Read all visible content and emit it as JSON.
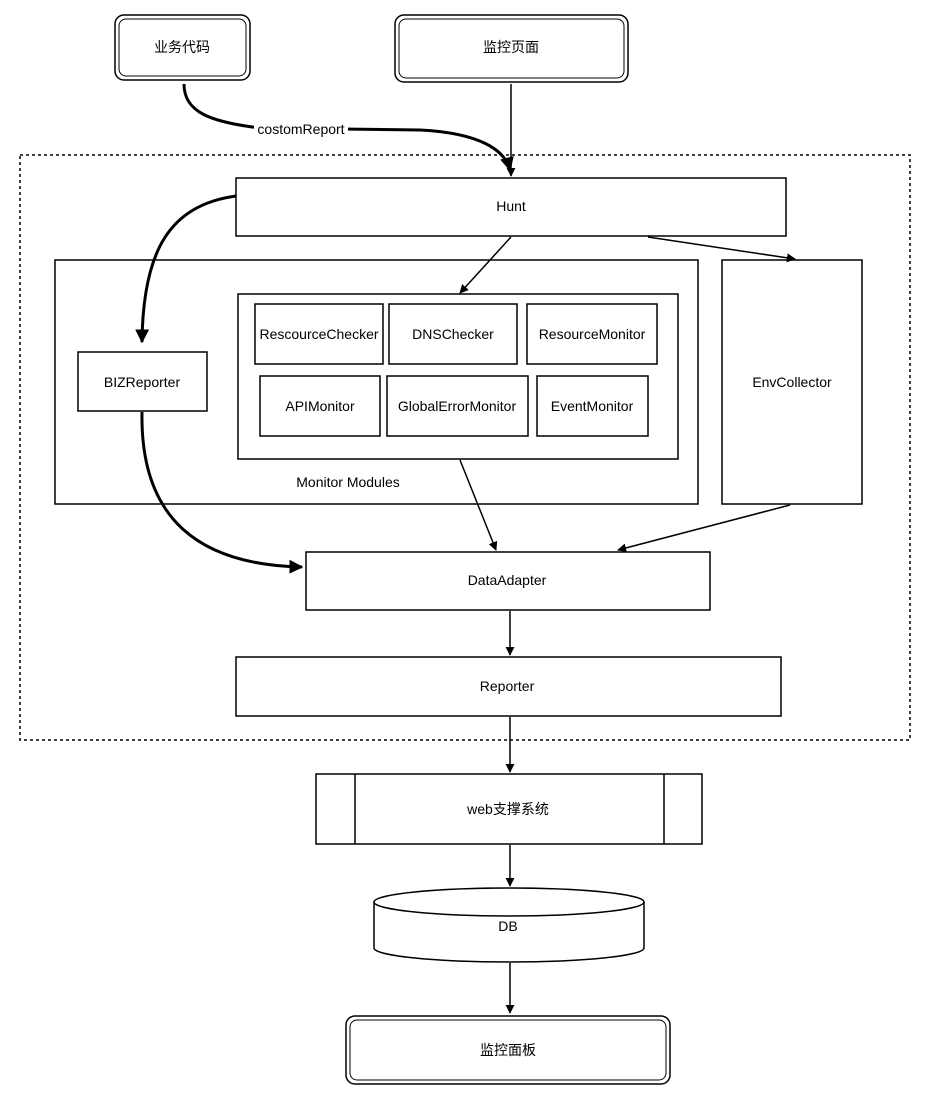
{
  "nodes": {
    "business_code": "业务代码",
    "monitor_page": "监控页面",
    "hunt": "Hunt",
    "biz_reporter": "BIZReporter",
    "resource_checker": "RescourceChecker",
    "dns_checker": "DNSChecker",
    "resource_monitor": "ResourceMonitor",
    "api_monitor": "APIMonitor",
    "global_error_monitor": "GlobalErrorMonitor",
    "event_monitor": "EventMonitor",
    "monitor_modules": "Monitor Modules",
    "env_collector": "EnvCollector",
    "data_adapter": "DataAdapter",
    "reporter": "Reporter",
    "web_support": "web支撑系统",
    "db": "DB",
    "dashboard": "监控面板"
  },
  "edges": {
    "custom_report_label": "costomReport"
  }
}
